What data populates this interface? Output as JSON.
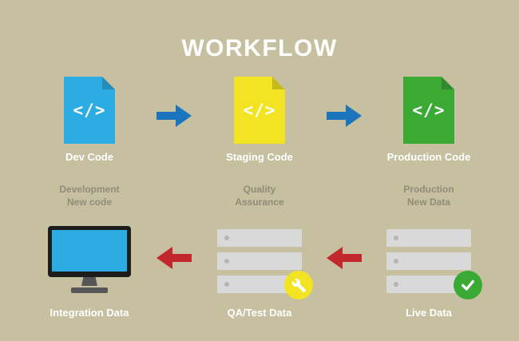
{
  "title": "WORKFLOW",
  "code_glyph": "</>",
  "stages_top": [
    {
      "label": "Dev Code",
      "icon": "code-file-blue",
      "color": "#2bace2"
    },
    {
      "label": "Staging Code",
      "icon": "code-file-yellow",
      "color": "#f2e323"
    },
    {
      "label": "Production Code",
      "icon": "code-file-green",
      "color": "#3aaa35"
    }
  ],
  "phase_notes": [
    {
      "line1": "Development",
      "line2": "New code"
    },
    {
      "line1": "Quality",
      "line2": "Assurance"
    },
    {
      "line1": "Production",
      "line2": "New Data"
    }
  ],
  "stages_bottom": [
    {
      "label": "Integration Data",
      "icon": "imac-monitor"
    },
    {
      "label": "QA/Test Data",
      "icon": "server-stack-wrench-badge"
    },
    {
      "label": "Live Data",
      "icon": "server-stack-check-badge"
    }
  ],
  "flow": {
    "top_direction": "right",
    "bottom_direction": "left"
  },
  "colors": {
    "background": "#c6c0a0",
    "arrow_blue": "#1b75bc",
    "arrow_red": "#c1272d",
    "note_gray": "#8d8d7a",
    "badge_yellow": "#f2e323",
    "badge_green": "#3aaa35",
    "screen_blue": "#2bace2"
  }
}
